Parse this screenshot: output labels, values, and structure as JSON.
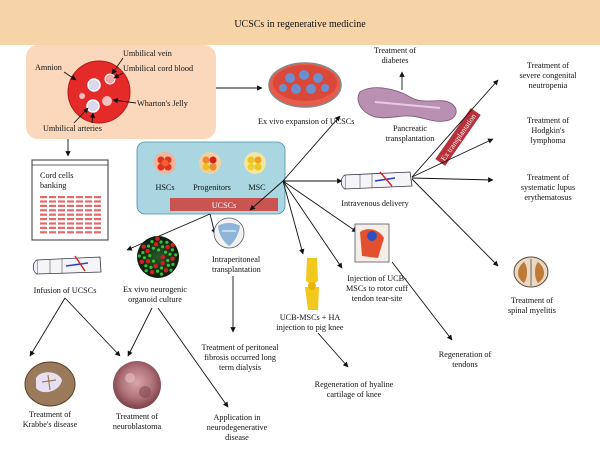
{
  "title": "UCSCs in regenerative medicine",
  "colors": {
    "banner": "#f7d3a8",
    "source_box": "#fbd8bc",
    "cord_red": "#e52a2a",
    "cells_box": "#a9d6e0",
    "ucsc_bar": "#c95452",
    "transplant_bar": "#b8303a",
    "pancreas": "#b98fb2"
  },
  "umbilical": {
    "amnion": "Amnion",
    "vein": "Umbilical vein",
    "cord_blood": "Umbilical cord blood",
    "jelly": "Wharton's Jelly",
    "arteries": "Umbilical arteries"
  },
  "banking": {
    "line1": "Cord cells",
    "line2": "banking"
  },
  "cells": {
    "hsc": "HSCs",
    "progenitors": "Progenitors",
    "msc": "MSC",
    "bar": "UCSCs"
  },
  "ex_vivo": "Ex vivo expansion of UCSCs",
  "diabetes": {
    "line1": "Treatment of",
    "line2": "diabetes"
  },
  "pancreatic": {
    "line1": "Pancreatic",
    "line2": "transplantation"
  },
  "ex_transplant": "Ex transplantation",
  "intravenous": "Intravenous delivery",
  "neutropenia": {
    "line1": "Treatment of",
    "line2": "severe congenital",
    "line3": "neutropenia"
  },
  "hodgkin": {
    "line1": "Treatment of",
    "line2": "Hodgkin's",
    "line3": "lymphoma"
  },
  "lupus": {
    "line1": "Treatment of",
    "line2": "systematic lupus",
    "line3": "erythematosus"
  },
  "myelitis": {
    "line1": "Treatment of",
    "line2": "spinal myelitis"
  },
  "infusion": "Infusion of UCSCs",
  "organoid": {
    "line1": "Ex vivo neurogenic",
    "line2": "organoid culture"
  },
  "intraperitoneal": {
    "line1": "Intraperitoneal",
    "line2": "transplantation"
  },
  "peritoneal": {
    "line1": "Treatment of peritoneal",
    "line2": "fibrosis occurred long",
    "line3": "term dialysis"
  },
  "knee": {
    "line1": "UCB-MSCs + HA",
    "line2": "injection to pig knee"
  },
  "cartilage": {
    "line1": "Regeneration of hyaline",
    "line2": "cartilage of knee"
  },
  "rotor": {
    "line1": "Injection of UCB-",
    "line2": "MSCs to rotor cuff",
    "line3": "tendon tear-site"
  },
  "tendons": {
    "line1": "Regeneration of",
    "line2": "tendons"
  },
  "krabbe": {
    "line1": "Treatment of",
    "line2": "Krabbe's disease"
  },
  "neuroblastoma": {
    "line1": "Treatment of",
    "line2": "neuroblastoma"
  },
  "neurodegen": {
    "line1": "Application in",
    "line2": "neurodegenerative",
    "line3": "disease"
  }
}
